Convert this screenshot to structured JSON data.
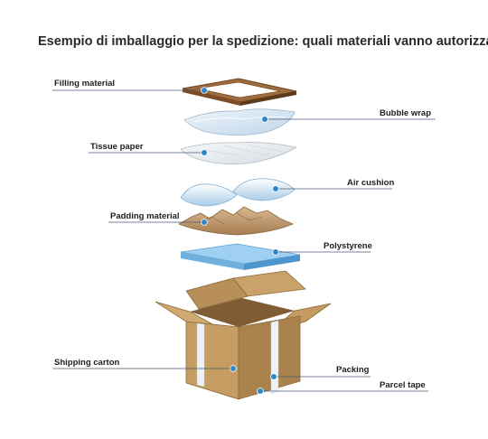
{
  "title": "Esempio di imballaggio per la spedizione: quali materiali vanno autorizzati?",
  "labels": {
    "filling_material": "Filling material",
    "bubble_wrap": "Bubble wrap",
    "tissue_paper": "Tissue paper",
    "air_cushion": "Air cushion",
    "padding_material": "Padding material",
    "polystyrene": "Polystyrene",
    "shipping_carton": "Shipping carton",
    "packing": "Packing",
    "parcel_tape": "Parcel tape"
  },
  "colors": {
    "leader_line": "#4a5a7a",
    "marker": "#2f86c8",
    "cardboard": "#c8a06a",
    "frame": "#8a5a32",
    "polystyrene": "#8fc6ee"
  }
}
